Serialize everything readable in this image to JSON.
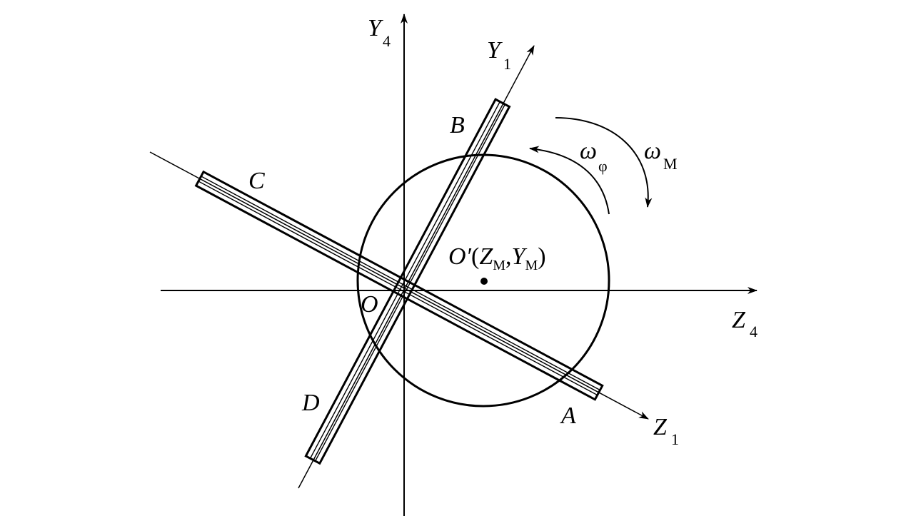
{
  "diagram": {
    "frame4": {
      "z_axis": {
        "name": "Z",
        "sub": "4"
      },
      "y_axis": {
        "name": "Y",
        "sub": "4"
      }
    },
    "frame1": {
      "z_axis": {
        "name": "Z",
        "sub": "1"
      },
      "y_axis": {
        "name": "Y",
        "sub": "1"
      }
    },
    "origin_label": "O",
    "bar_end_labels": {
      "a": "A",
      "b": "B",
      "c": "C",
      "d": "D"
    },
    "center_point": {
      "prime_label": "O′",
      "open": "(",
      "z_name": "Z",
      "z_sub": "M",
      "comma": ",",
      "y_name": "Y",
      "y_sub": "M",
      "close": ")"
    },
    "angular_velocities": {
      "omega_phi": {
        "name": "ω",
        "sub": "φ"
      },
      "omega_m": {
        "name": "ω",
        "sub": "M"
      }
    }
  }
}
